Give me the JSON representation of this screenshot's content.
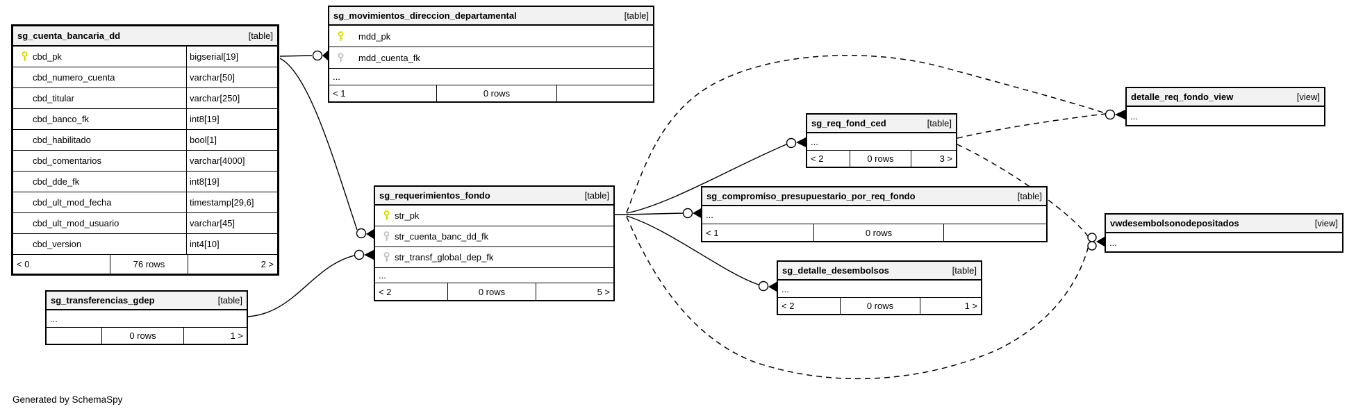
{
  "generated_by": "Generated by SchemaSpy",
  "colors": {
    "title_bg": "#f2f2f2",
    "border": "#000000",
    "pk_key": "#d8d800",
    "fk_key": "#c0c0c0",
    "line": "#000000"
  },
  "tables": [
    {
      "name": "sg_cuenta_bancaria_dd",
      "kind": "[table]",
      "columns": [
        {
          "name": "cbd_pk",
          "type": "bigserial[19]"
        },
        {
          "name": "cbd_numero_cuenta",
          "type": "varchar[50]"
        },
        {
          "name": "cbd_titular",
          "type": "varchar[250]"
        },
        {
          "name": "cbd_banco_fk",
          "type": "int8[19]"
        },
        {
          "name": "cbd_habilitado",
          "type": "bool[1]"
        },
        {
          "name": "cbd_comentarios",
          "type": "varchar[4000]"
        },
        {
          "name": "cbd_dde_fk",
          "type": "int8[19]"
        },
        {
          "name": "cbd_ult_mod_fecha",
          "type": "timestamp[29,6]"
        },
        {
          "name": "cbd_ult_mod_usuario",
          "type": "varchar[45]"
        },
        {
          "name": "cbd_version",
          "type": "int4[10]"
        }
      ],
      "footer": {
        "prev": "< 0",
        "rows": "76 rows",
        "next": "2 >"
      }
    },
    {
      "name": "sg_movimientos_direccion_departamental",
      "kind": "[table]",
      "columns": [
        {
          "name": "mdd_pk"
        },
        {
          "name": "mdd_cuenta_fk"
        }
      ],
      "ellipsis": "...",
      "footer": {
        "prev": "< 1",
        "rows": "0 rows",
        "next": ""
      }
    },
    {
      "name": "sg_requerimientos_fondo",
      "kind": "[table]",
      "columns": [
        {
          "name": "str_pk"
        },
        {
          "name": "str_cuenta_banc_dd_fk"
        },
        {
          "name": "str_transf_global_dep_fk"
        }
      ],
      "ellipsis": "...",
      "footer": {
        "prev": "< 2",
        "rows": "0 rows",
        "next": "5 >"
      }
    },
    {
      "name": "sg_transferencias_gdep",
      "kind": "[table]",
      "ellipsis": "...",
      "footer": {
        "prev": "",
        "rows": "0 rows",
        "next": "1 >"
      }
    },
    {
      "name": "sg_req_fond_ced",
      "kind": "[table]",
      "ellipsis": "...",
      "footer": {
        "prev": "< 2",
        "rows": "0 rows",
        "next": "3 >"
      }
    },
    {
      "name": "sg_compromiso_presupuestario_por_req_fondo",
      "kind": "[table]",
      "ellipsis": "...",
      "footer": {
        "prev": "< 1",
        "rows": "0 rows",
        "next": ""
      }
    },
    {
      "name": "sg_detalle_desembolsos",
      "kind": "[table]",
      "ellipsis": "...",
      "footer": {
        "prev": "< 2",
        "rows": "0 rows",
        "next": "1 >"
      }
    },
    {
      "name": "detalle_req_fondo_view",
      "kind": "[view]",
      "ellipsis": "..."
    },
    {
      "name": "vwdesembolsonodepositados",
      "kind": "[view]",
      "ellipsis": "..."
    }
  ]
}
